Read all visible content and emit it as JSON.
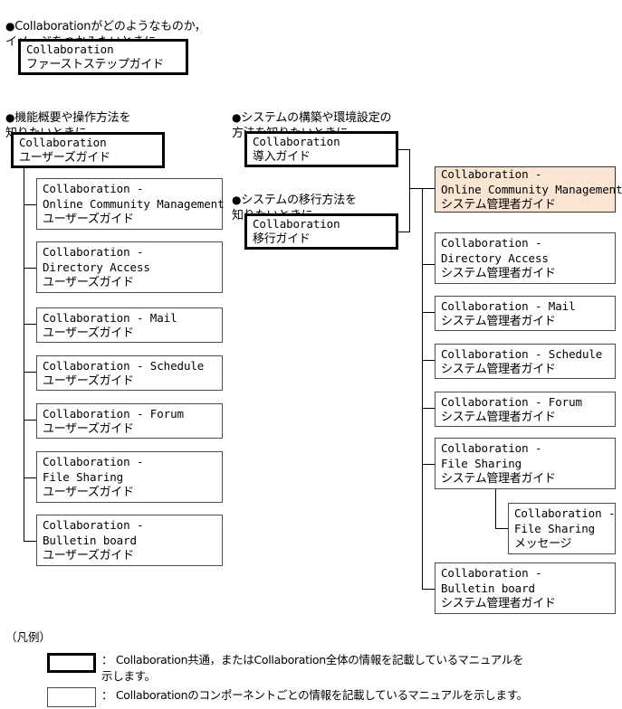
{
  "headings": [
    {
      "bullet": "●",
      "text": "Collaborationがどのようなものか，\nイメージをつかみたいときに"
    },
    {
      "bullet": "●",
      "text": "機能概要や操作方法を\n知りたいときに"
    },
    {
      "bullet": "●",
      "text": "システムの構築や環境設定の\n方法を知りたいときに"
    },
    {
      "bullet": "●",
      "text": "システムの移行方法を\n知りたいときに"
    }
  ],
  "boxes": {
    "first_step_guide": {
      "lines": [
        "Collaboration",
        "ファーストステップガイド"
      ]
    },
    "users_guide": {
      "lines": [
        "Collaboration",
        "ユーザーズガイド"
      ]
    },
    "intro_guide": {
      "lines": [
        "Collaboration",
        "導入ガイド"
      ]
    },
    "migration_guide": {
      "lines": [
        "Collaboration",
        "移行ガイド"
      ]
    },
    "user_children": [
      {
        "lines": [
          "Collaboration -",
          "Online Community Management",
          "ユーザーズガイド"
        ]
      },
      {
        "lines": [
          "Collaboration -",
          "Directory Access",
          "ユーザーズガイド"
        ]
      },
      {
        "lines": [
          "Collaboration - Mail",
          "ユーザーズガイド"
        ]
      },
      {
        "lines": [
          "Collaboration - Schedule",
          "ユーザーズガイド"
        ]
      },
      {
        "lines": [
          "Collaboration - Forum",
          "ユーザーズガイド"
        ]
      },
      {
        "lines": [
          "Collaboration -",
          "File Sharing",
          "ユーザーズガイド"
        ]
      },
      {
        "lines": [
          "Collaboration -",
          "Bulletin board",
          "ユーザーズガイド"
        ]
      }
    ],
    "admin_children": [
      {
        "lines": [
          "Collaboration -",
          "Online Community Management",
          "システム管理者ガイド"
        ],
        "highlight": true
      },
      {
        "lines": [
          "Collaboration -",
          "Directory Access",
          "システム管理者ガイド"
        ],
        "highlight": false
      },
      {
        "lines": [
          "Collaboration - Mail",
          "システム管理者ガイド"
        ],
        "highlight": false
      },
      {
        "lines": [
          "Collaboration - Schedule",
          "システム管理者ガイド"
        ],
        "highlight": false
      },
      {
        "lines": [
          "Collaboration - Forum",
          "システム管理者ガイド"
        ],
        "highlight": false
      },
      {
        "lines": [
          "Collaboration -",
          "File Sharing",
          "システム管理者ガイド"
        ],
        "highlight": false
      },
      {
        "lines": [
          "Collaboration -",
          "Bulletin board",
          "システム管理者ガイド"
        ],
        "highlight": false
      }
    ],
    "file_sharing_message": {
      "lines": [
        "Collaboration -",
        "File Sharing",
        "メッセージ"
      ]
    }
  },
  "legend": {
    "title": "（凡例）",
    "entries": [
      {
        "style": "bold",
        "text": "： Collaboration共通，またはCollaboration全体の情報を記載しているマニュアルを\n  示します。"
      },
      {
        "style": "thin",
        "text": "： Collaborationのコンポーネントごとの情報を記載しているマニュアルを示します。"
      }
    ]
  },
  "colors": {
    "highlight_bg": "#f9e5d2",
    "box_border": "#4d4d4d",
    "bold_border": "#000000",
    "line": "#000000"
  }
}
